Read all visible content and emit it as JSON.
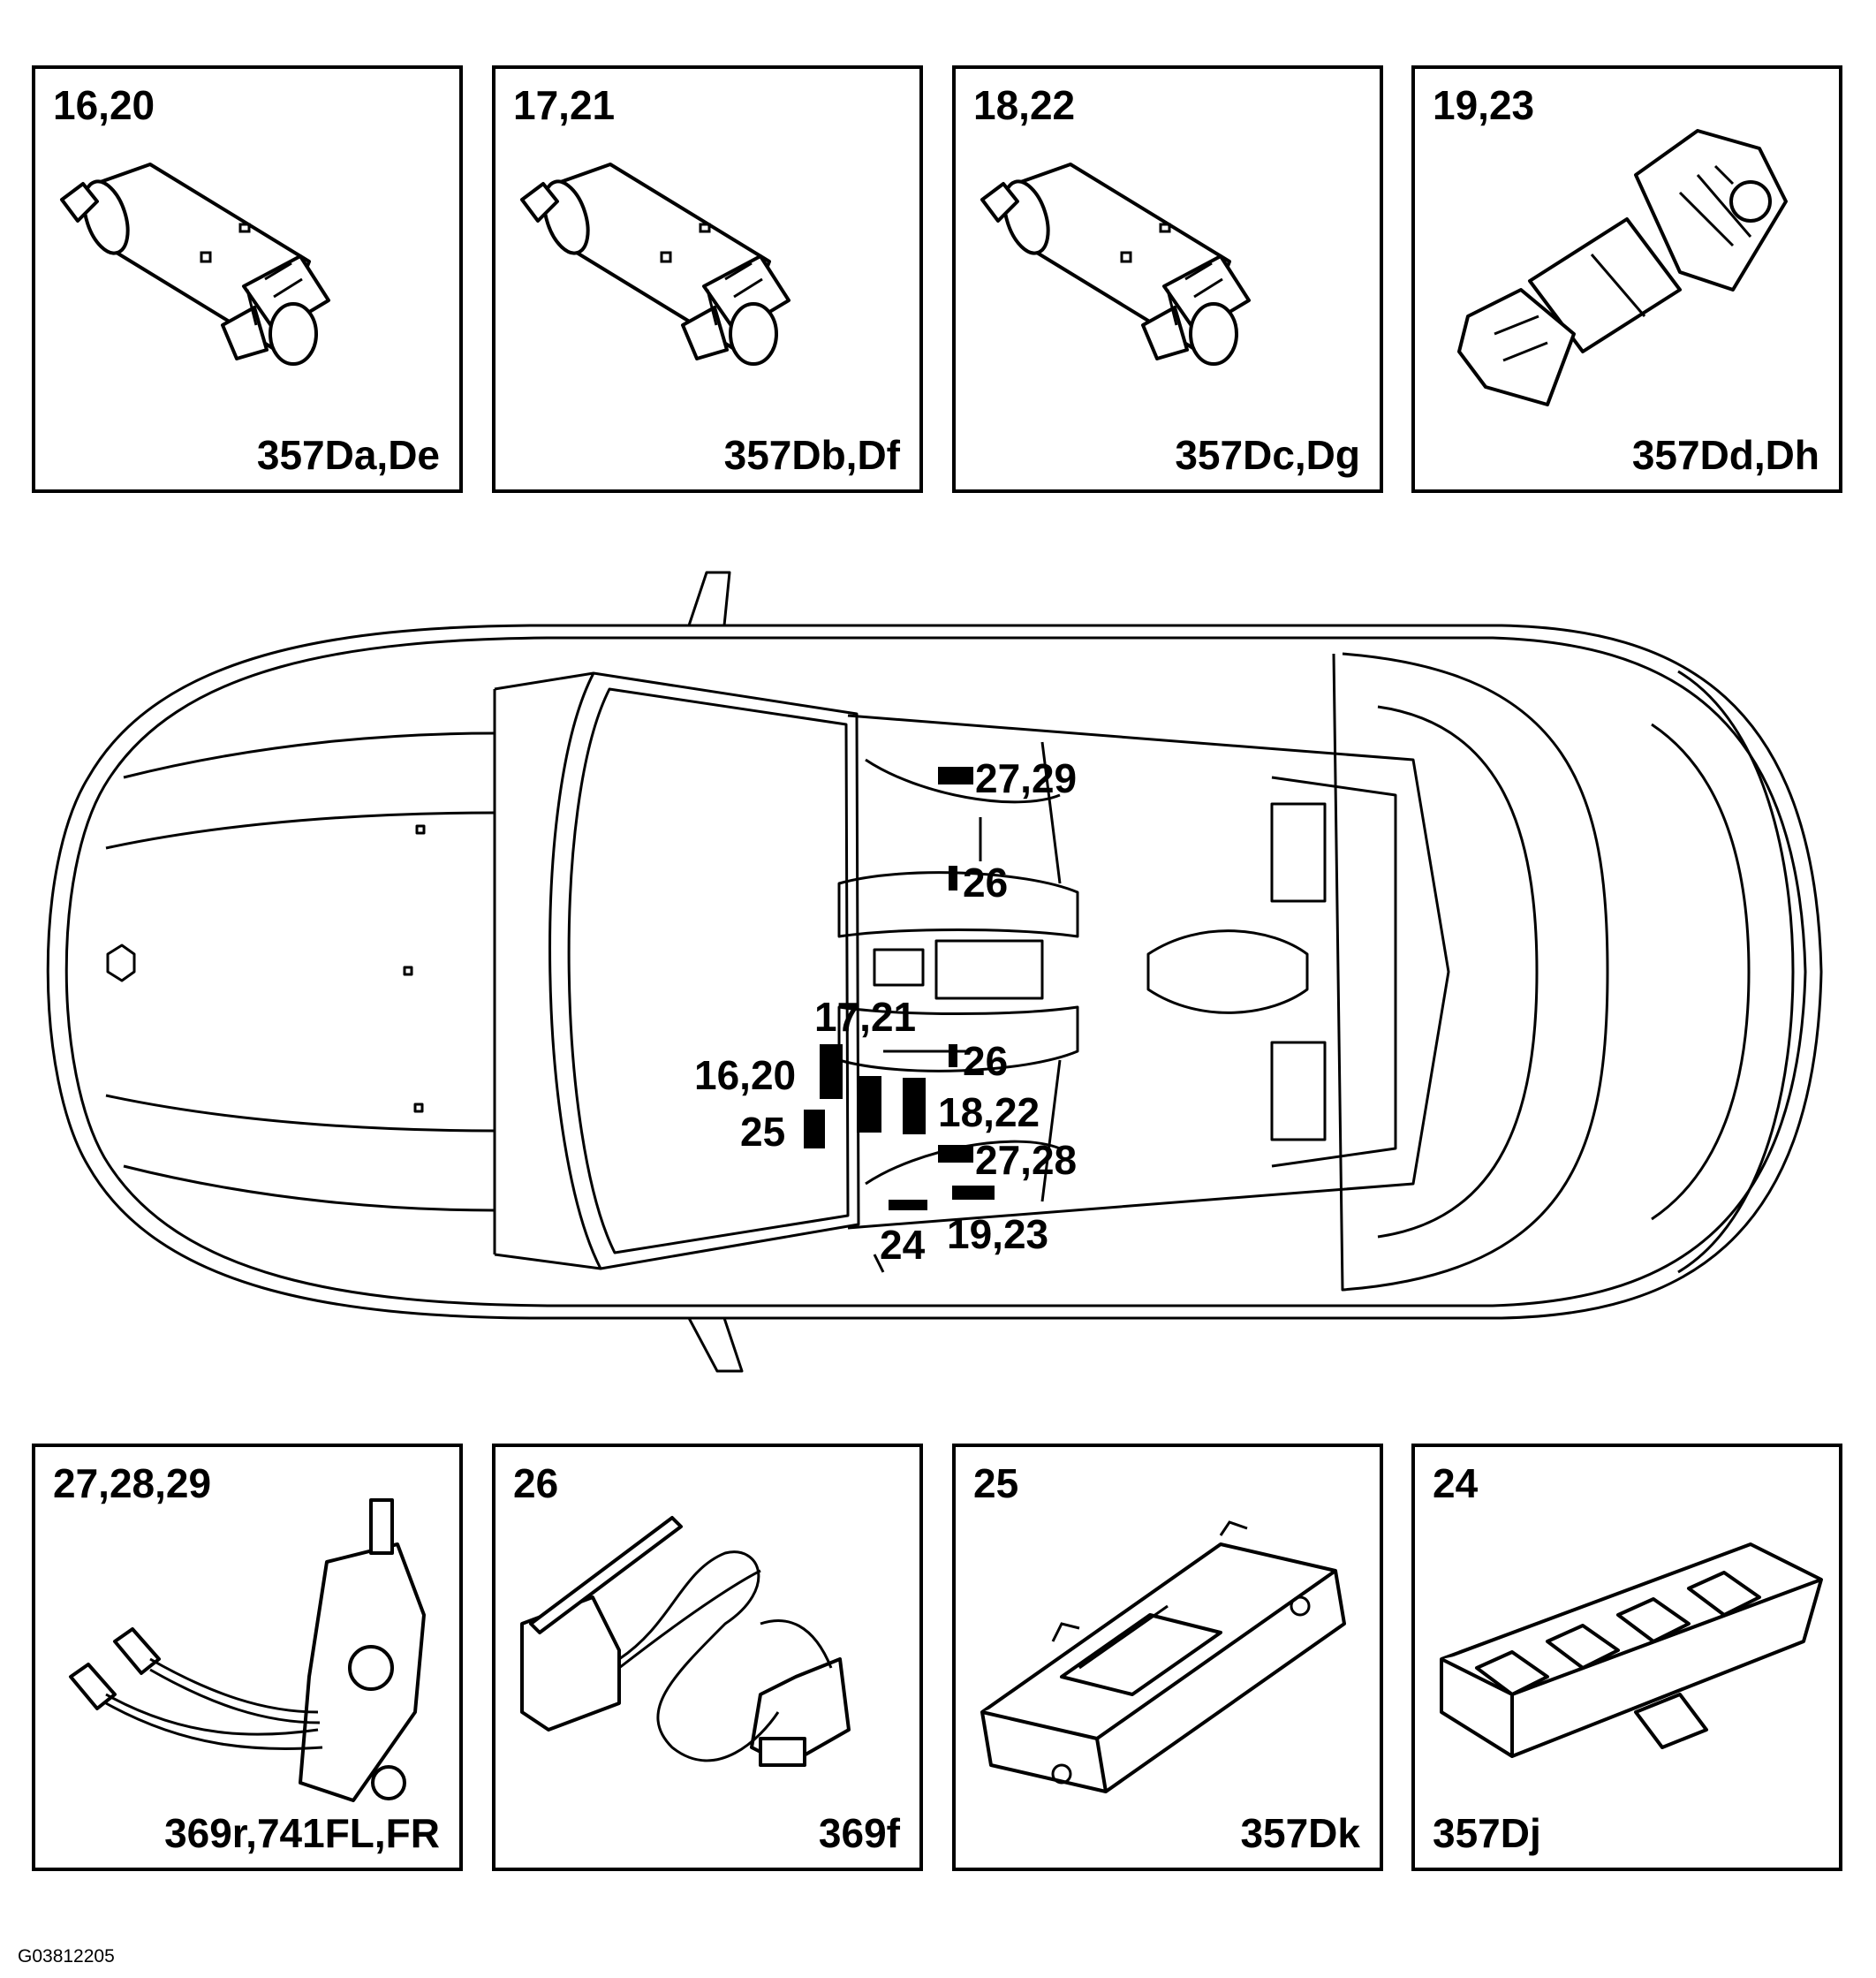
{
  "top_panels": [
    {
      "ref": "16,20",
      "code": "357Da,De",
      "icon": "window-motor-icon"
    },
    {
      "ref": "17,21",
      "code": "357Db,Df",
      "icon": "window-motor-icon"
    },
    {
      "ref": "18,22",
      "code": "357Dc,Dg",
      "icon": "window-motor-icon"
    },
    {
      "ref": "19,23",
      "code": "357Dd,Dh",
      "icon": "geared-motor-icon"
    }
  ],
  "bottom_panels": [
    {
      "ref": "27,28,29",
      "code": "369r,741FL,FR",
      "icon": "door-lock-actuator-icon"
    },
    {
      "ref": "26",
      "code": "369f",
      "icon": "door-switch-icon"
    },
    {
      "ref": "25",
      "code": "357Dk",
      "icon": "control-module-icon"
    },
    {
      "ref": "24",
      "code": "357Dj",
      "icon": "window-switch-pack-icon"
    }
  ],
  "car_callouts": {
    "front_lock": "27,29",
    "front_switch": "26",
    "motor_front": "17,21",
    "motor_left": "16,20",
    "rear_switch": "26",
    "motor_right": "18,22",
    "module": "25",
    "rear_lock": "27,28",
    "switch_pack": "24",
    "geared_motor": "19,23"
  },
  "figure_id": "G03812205"
}
